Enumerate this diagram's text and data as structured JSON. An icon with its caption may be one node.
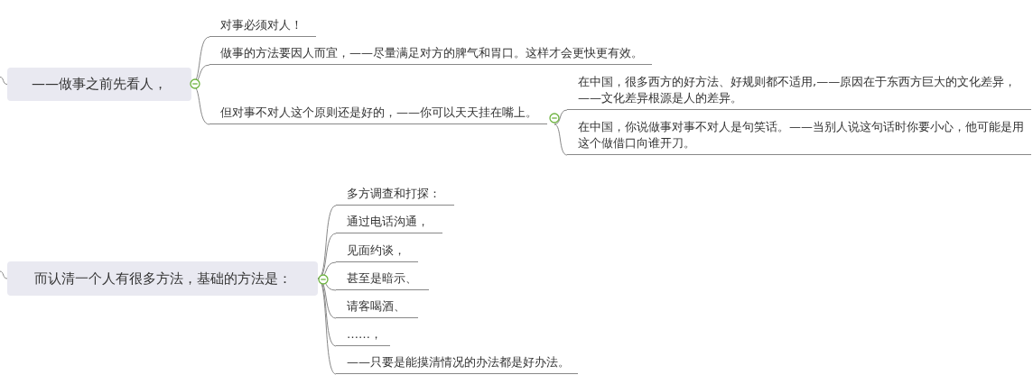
{
  "diagram": {
    "nodes": [
      {
        "text": [
          "——做事之前先看人，"
        ]
      },
      {
        "text": [
          "对事必须对人！"
        ]
      },
      {
        "text": [
          "做事的方法要因人而宜，——尽量满足对方的脾气和胃口。这样才会更快更有效。"
        ]
      },
      {
        "text": [
          "但对事不对人这个原则还是好的，——你可以天天挂在嘴上。"
        ]
      },
      {
        "text": [
          "在中国，很多西方的好方法、好规则都不适用,——原因在于东西方巨大的文化差异，——文化差异根源是人的差异。"
        ]
      },
      {
        "text": [
          "在中国，你说做事对事不对人是句笑话。——当别人说这句话时你要小心，他可能是用这个做借口向谁开刀。"
        ]
      },
      {
        "text": [
          "而认清一个人有很多方法，基础的方法是："
        ]
      },
      {
        "text": [
          "多方调查和打探："
        ]
      },
      {
        "text": [
          "通过电话沟通，"
        ]
      },
      {
        "text": [
          "见面约谈，"
        ]
      },
      {
        "text": [
          "甚至是暗示、"
        ]
      },
      {
        "text": [
          "请客喝酒、"
        ]
      },
      {
        "text": [
          "……，"
        ]
      },
      {
        "text": [
          "——只要是能摸清情况的办法都是好办法。"
        ]
      }
    ],
    "edges": [
      {
        "from": null,
        "to": 0,
        "arrow": "none"
      },
      {
        "from": 0,
        "to": 1,
        "arrow": "none"
      },
      {
        "from": 0,
        "to": 2,
        "arrow": "none"
      },
      {
        "from": 0,
        "to": 3,
        "arrow": "none"
      },
      {
        "from": 3,
        "to": 4,
        "arrow": "none"
      },
      {
        "from": 3,
        "to": 5,
        "arrow": "none"
      },
      {
        "from": null,
        "to": 6,
        "arrow": "none"
      },
      {
        "from": 6,
        "to": 7,
        "arrow": "none"
      },
      {
        "from": 6,
        "to": 8,
        "arrow": "none"
      },
      {
        "from": 6,
        "to": 9,
        "arrow": "none"
      },
      {
        "from": 6,
        "to": 10,
        "arrow": "none"
      },
      {
        "from": 6,
        "to": 11,
        "arrow": "none"
      },
      {
        "from": 6,
        "to": 12,
        "arrow": "none"
      },
      {
        "from": 6,
        "to": 13,
        "arrow": "none"
      }
    ]
  }
}
